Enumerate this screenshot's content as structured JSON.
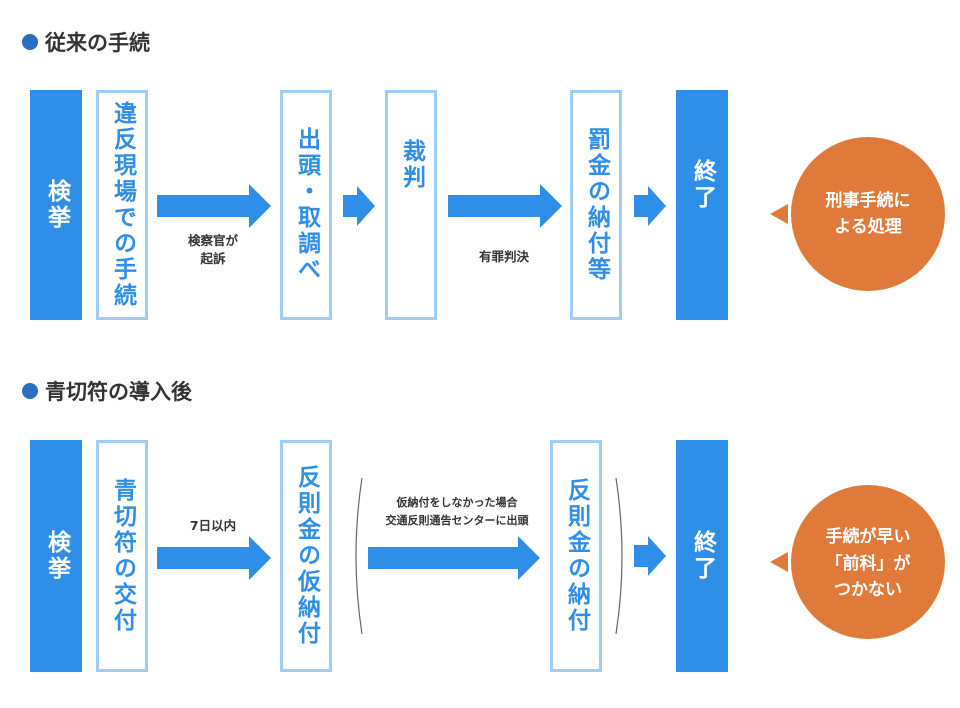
{
  "colors": {
    "blue": "#2f8fe8",
    "outline": "#9fcdf3",
    "orange": "#e07a3a",
    "bullet": "#2a6fc0"
  },
  "section1": {
    "title": "従来の手続",
    "steps": [
      "検挙",
      "違反現場での手続",
      "出頭・取調べ",
      "裁判",
      "罰金の納付等",
      "終了"
    ],
    "label_prosecution": "検察官が",
    "label_prosecution_2": "起訴",
    "label_verdict": "有罪判決",
    "bubble_line1": "刑事手続に",
    "bubble_line2": "よる処理"
  },
  "section2": {
    "title": "青切符の導入後",
    "steps": [
      "検挙",
      "青切符の交付",
      "反則金の仮納付",
      "反則金の納付",
      "終了"
    ],
    "label_days": "7日以内",
    "label_nopay": "仮納付をしなかった場合",
    "label_appear": "交通反則通告センターに出頭",
    "bubble_line1": "手続が早い",
    "bubble_line2": "「前科」が",
    "bubble_line3": "つかない"
  }
}
